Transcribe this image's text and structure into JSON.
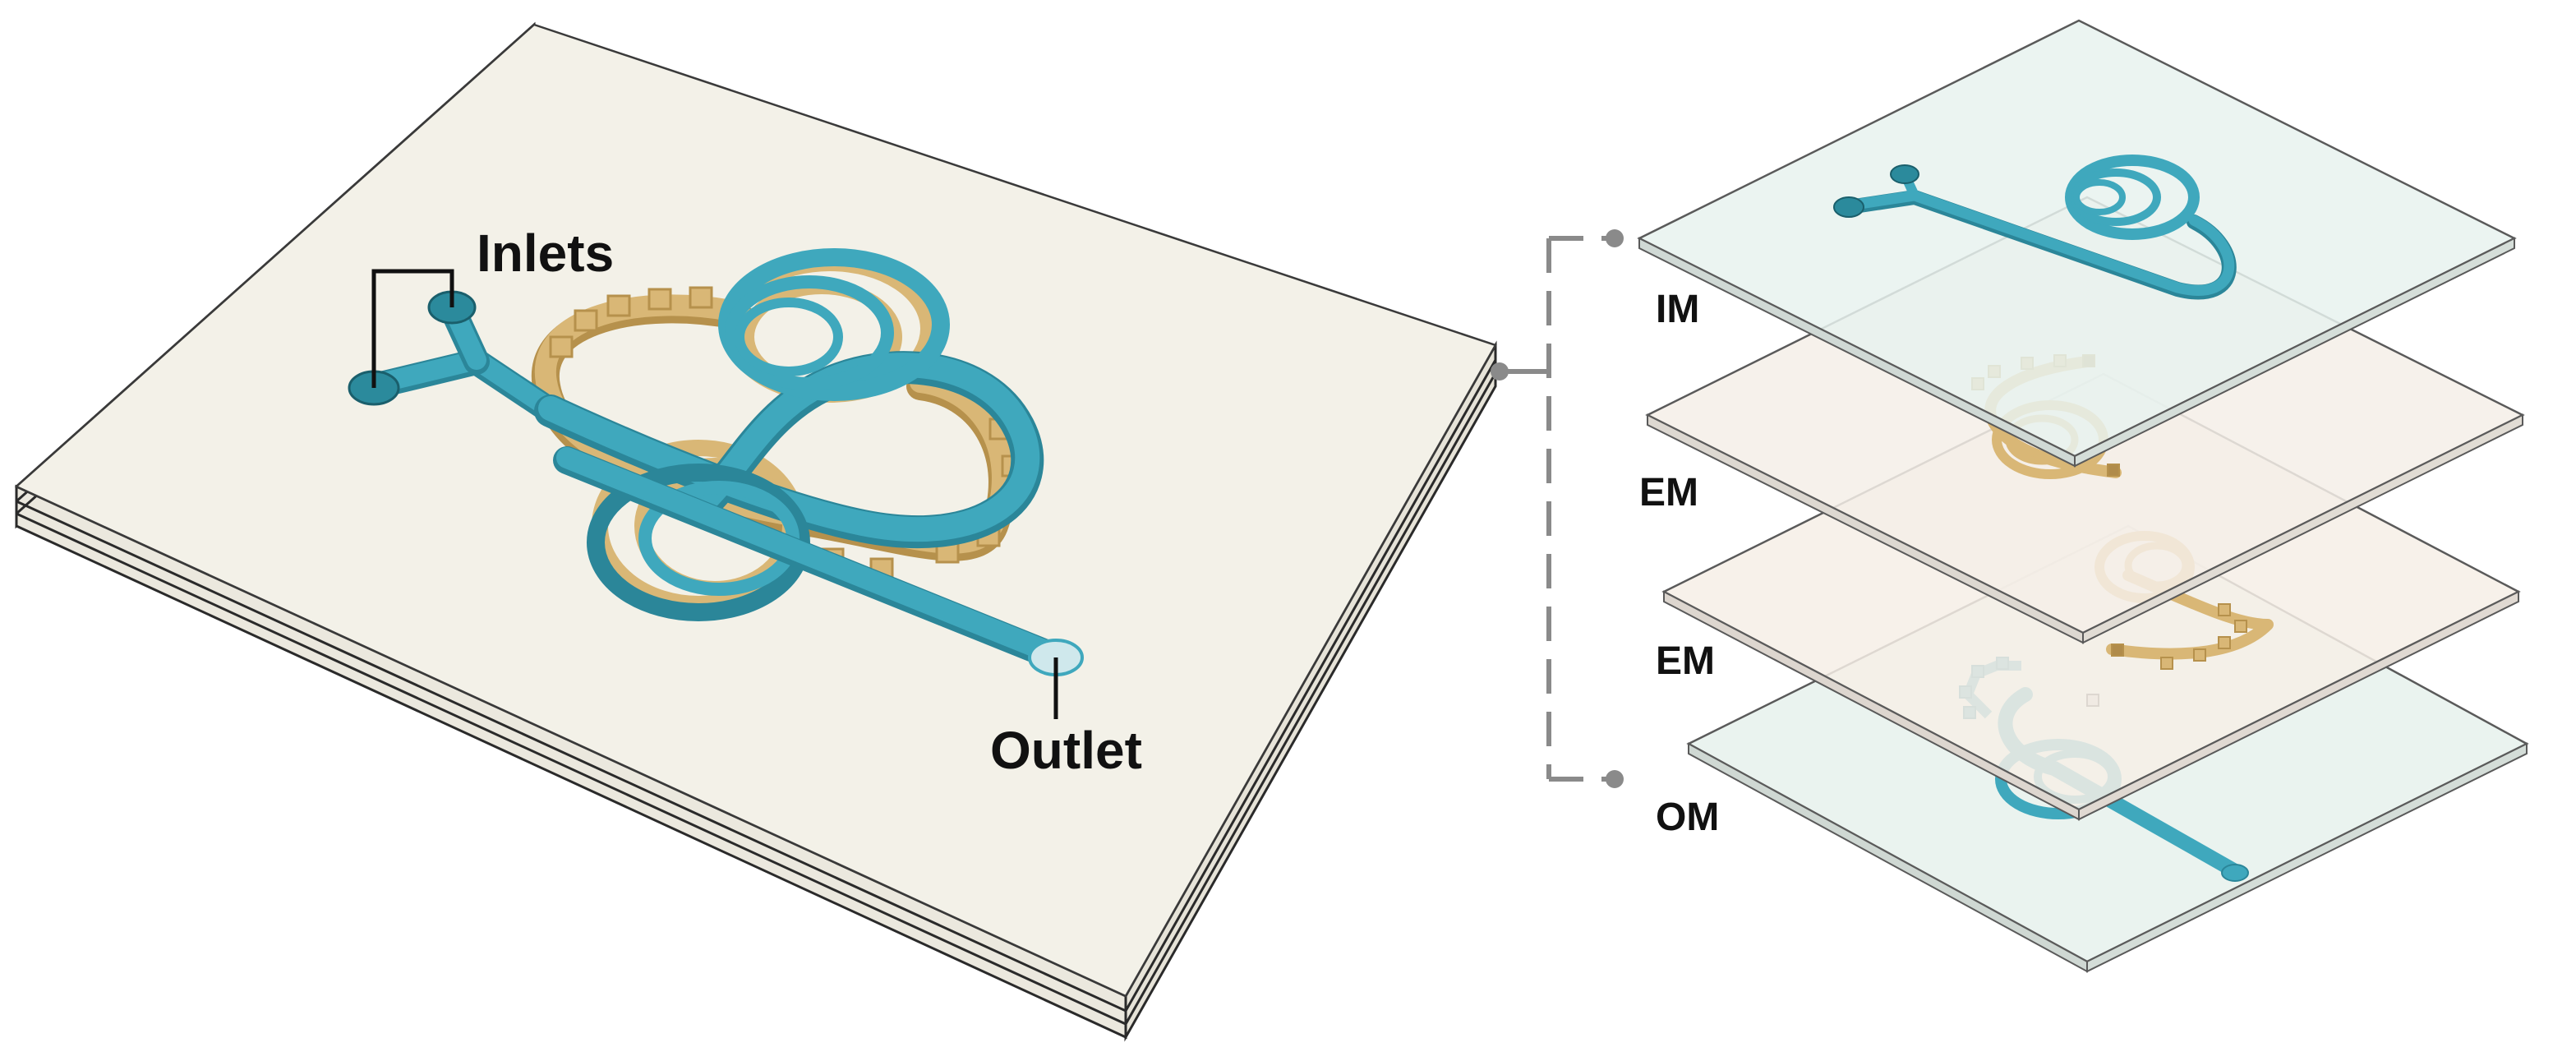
{
  "labels": {
    "inlets": "Inlets",
    "outlet": "Outlet"
  },
  "layers": [
    {
      "label": "IM"
    },
    {
      "label": "EM"
    },
    {
      "label": "EM"
    },
    {
      "label": "OM"
    }
  ],
  "colors": {
    "inner_channel": "#3fa8bd",
    "middle_channel": "#d9b776",
    "plate_fill": "#f3f1e8",
    "layer_fill_blue": "#eaf3ef",
    "layer_fill_warm": "#f6efe6",
    "bracket": "#8a8a8a"
  }
}
